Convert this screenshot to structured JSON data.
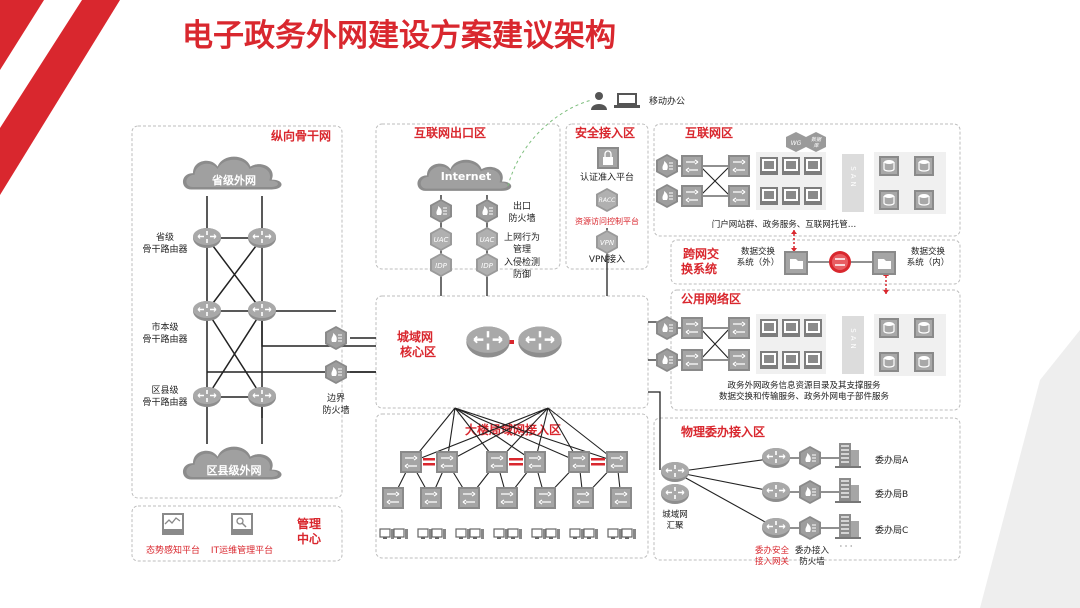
{
  "title": "电子政务外网建设方案建议架构",
  "colors": {
    "accent": "#d9272e",
    "device": "#8c8c8c",
    "device_dark": "#5f5f5f",
    "box_border": "#bdbdbd",
    "link": "#222222"
  },
  "mobile": {
    "label": "移动办公"
  },
  "backbone": {
    "title": "纵向骨干网",
    "province_cloud": "省级外网",
    "district_cloud": "区县级外网",
    "routers": {
      "province": "省级\n骨干路由器",
      "city": "市本级\n骨干路由器",
      "district": "区县级\n骨干路由器"
    }
  },
  "management": {
    "title": "管理\n中心",
    "items": [
      "态势感知平台",
      "IT运维管理平台"
    ]
  },
  "internet_exit": {
    "title": "互联网出口区",
    "cloud": "Internet",
    "devices": [
      "UAC",
      "UAC",
      "IDP",
      "IDP"
    ],
    "labels": {
      "firewall": "出口\n防火墙",
      "behavior": "上网行为\n管理",
      "ips": "入侵检测\n防御"
    }
  },
  "security_access": {
    "title": "安全接入区",
    "items": {
      "auth": "认证准入平台",
      "racc_icon": "RACC",
      "resource": "资源访问控制平台",
      "vpn_icon": "VPN",
      "vpn": "VPN接入"
    }
  },
  "core": {
    "title": "城域网\n核心区",
    "firewall": "边界\n防火墙"
  },
  "building_lan": {
    "title": "大楼局域网接入区"
  },
  "internet_zone": {
    "title": "互联网区",
    "caption": "门户网站群、政务服务、互联网托管…",
    "waf": "WG",
    "db": "数据\n库",
    "san": "SAN"
  },
  "cross_net": {
    "title": "跨网交\n换系统",
    "outer": "数据交换\n系统（外）",
    "inner": "数据交换\n系统（内）"
  },
  "public_zone": {
    "title": "公用网络区",
    "caption": "政务外网政务信息资源目录及其支撑服务\n数据交换和传输服务、政务外网电子部件服务",
    "san": "SAN"
  },
  "physical": {
    "title": "物理委办接入区",
    "agg": "城域网\n汇聚",
    "offices": [
      "委办局A",
      "委办局B",
      "委办局C"
    ],
    "gateway": "委办安全\n接入网关",
    "fw": "委办接入\n防火墙",
    "dots": "· · ·"
  }
}
